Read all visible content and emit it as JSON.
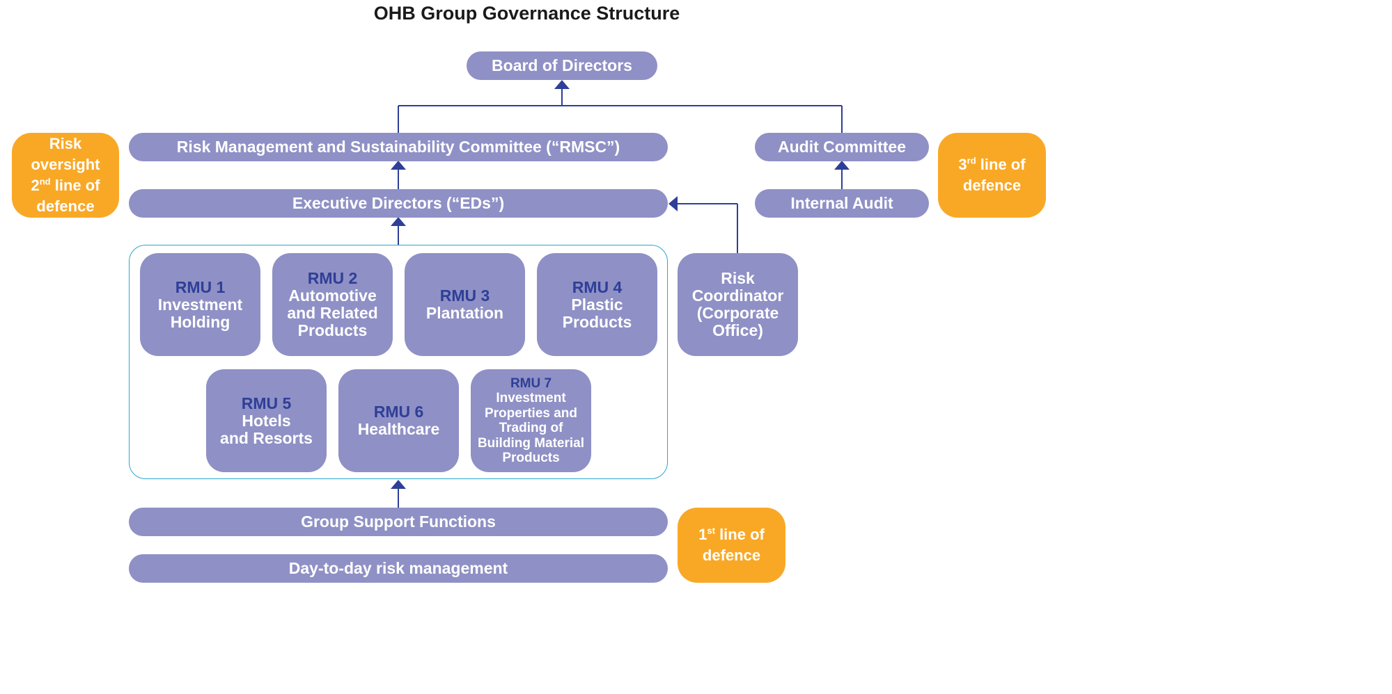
{
  "title": "OHB Group Governance Structure",
  "board": "Board of Directors",
  "rmsc": "Risk Management and Sustainability Committee (“RMSC”)",
  "audit_committee": "Audit Committee",
  "executive_directors": "Executive Directors (“EDs”)",
  "internal_audit": "Internal Audit",
  "risk_oversight": {
    "line1": "Risk",
    "line2": "oversight",
    "line3_pre": "2",
    "line3_sup": "nd",
    "line3_post": " line of",
    "line4": "defence"
  },
  "third_line": {
    "pre": "3",
    "sup": "rd",
    "post": " line of",
    "line2": "defence"
  },
  "first_line": {
    "pre": "1",
    "sup": "st",
    "post": " line of",
    "line2": "defence"
  },
  "rmus": [
    {
      "code": "RMU 1",
      "lines": [
        "Investment",
        "Holding"
      ]
    },
    {
      "code": "RMU 2",
      "lines": [
        "Automotive",
        "and Related",
        "Products"
      ]
    },
    {
      "code": "RMU 3",
      "lines": [
        "Plantation"
      ]
    },
    {
      "code": "RMU 4",
      "lines": [
        "Plastic",
        "Products"
      ]
    },
    {
      "code": "RMU 5",
      "lines": [
        "Hotels",
        "and Resorts"
      ]
    },
    {
      "code": "RMU 6",
      "lines": [
        "Healthcare"
      ]
    },
    {
      "code": "RMU 7",
      "lines": [
        "Investment",
        "Properties and",
        "Trading of",
        "Building Material",
        "Products"
      ]
    }
  ],
  "risk_coordinator": [
    "Risk",
    "Coordinator",
    "(Corporate",
    "Office)"
  ],
  "group_support": "Group Support Functions",
  "day_to_day": "Day-to-day risk management",
  "colors": {
    "box_fill": "#8f90c5",
    "connector": "#2e3f97",
    "rmu_code": "#2e3f97",
    "defence_fill": "#f9a826",
    "frame": "#29a7cf"
  }
}
